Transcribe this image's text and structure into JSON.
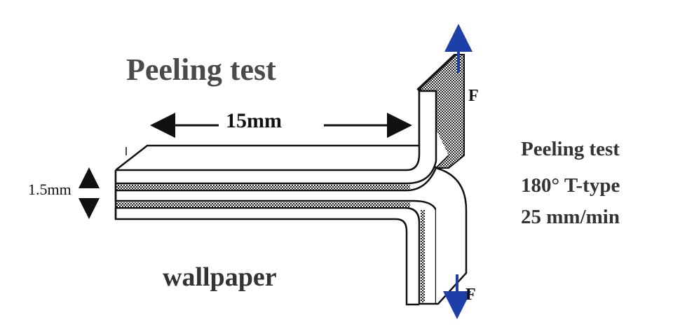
{
  "title": "Peeling test",
  "length_label": "15mm",
  "thickness_label": "1.5mm",
  "material_label": "wallpaper",
  "force_label_top": "F",
  "force_label_bottom": "F",
  "test_conditions": {
    "line1": "Peeling test",
    "line2": "180° T-type",
    "line3": "25 mm/min"
  },
  "colors": {
    "force_arrow": "#1f3fa8",
    "ink": "#111111",
    "title_gray": "#4a4a4a"
  }
}
